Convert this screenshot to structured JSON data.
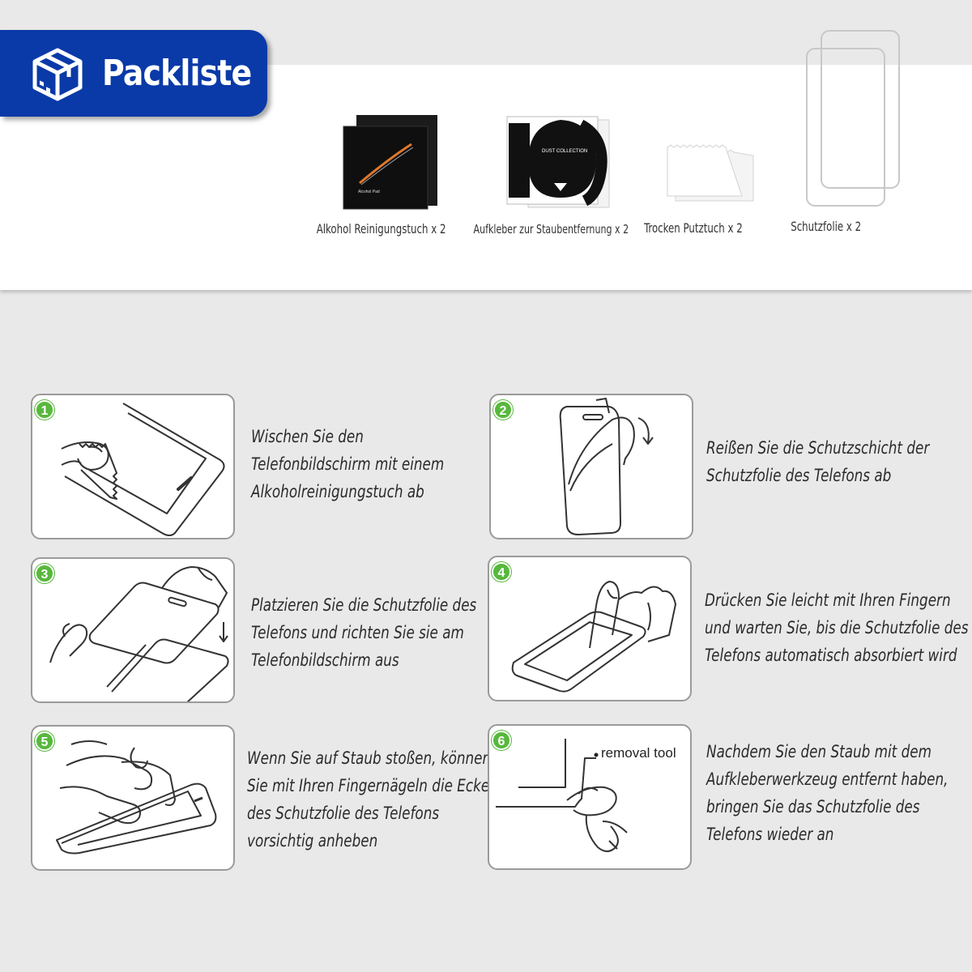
{
  "header": {
    "title": "Packliste",
    "icon": "package-box-icon"
  },
  "pack_items": [
    {
      "label": "Alkohol Reinigungstuch x 2",
      "pad_text": "Alcohol Pad"
    },
    {
      "label": "Aufkleber zur Staubentfernung x 2",
      "sticker_text": "DUST COLLECTION"
    },
    {
      "label": "Trocken Putztuch x 2"
    },
    {
      "label": "Schutzfolie x 2"
    }
  ],
  "steps": [
    {
      "number": "1",
      "lines": [
        "Wischen Sie den",
        "Telefonbildschirm mit einem",
        "Alkoholreinigungstuch ab"
      ]
    },
    {
      "number": "2",
      "lines": [
        "Reißen Sie die Schutzschicht der",
        "Schutzfolie des Telefons ab"
      ]
    },
    {
      "number": "3",
      "lines": [
        "Platzieren Sie die Schutzfolie des",
        "Telefons und richten Sie sie am",
        "Telefonbildschirm aus"
      ]
    },
    {
      "number": "4",
      "lines": [
        "Drücken Sie leicht mit Ihren Fingern",
        "und warten Sie, bis die Schutzfolie des",
        "Telefons automatisch absorbiert wird"
      ]
    },
    {
      "number": "5",
      "lines": [
        "Wenn Sie auf Staub stoßen, können",
        "Sie mit Ihren Fingernägeln die Ecke",
        "des Schutzfolie des Telefons",
        "vorsichtig anheben"
      ]
    },
    {
      "number": "6",
      "lines": [
        "Nachdem Sie den Staub mit dem",
        "Aufkleberwerkzeug entfernt haben,",
        "bringen Sie das Schutzfolie des",
        "Telefons wieder an"
      ],
      "tool_label": "removal tool"
    }
  ],
  "colors": {
    "banner": "#0a3aa8",
    "step_badge": "#57b83c",
    "background": "#e9e9e9"
  }
}
